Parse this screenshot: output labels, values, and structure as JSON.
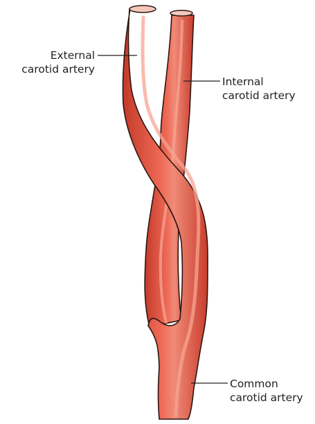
{
  "labels": {
    "external": {
      "line1": "External",
      "line2": "carotid artery"
    },
    "internal": {
      "line1": "Internal",
      "line2": "carotid artery"
    },
    "common": {
      "line1": "Common",
      "line2": "carotid artery"
    }
  },
  "colors": {
    "vessel": "#e8523f",
    "vessel_outline": "#2b1512",
    "highlight": "#f5a08f",
    "lumen": "#f6c8bc",
    "leader_line": "#231f20"
  }
}
